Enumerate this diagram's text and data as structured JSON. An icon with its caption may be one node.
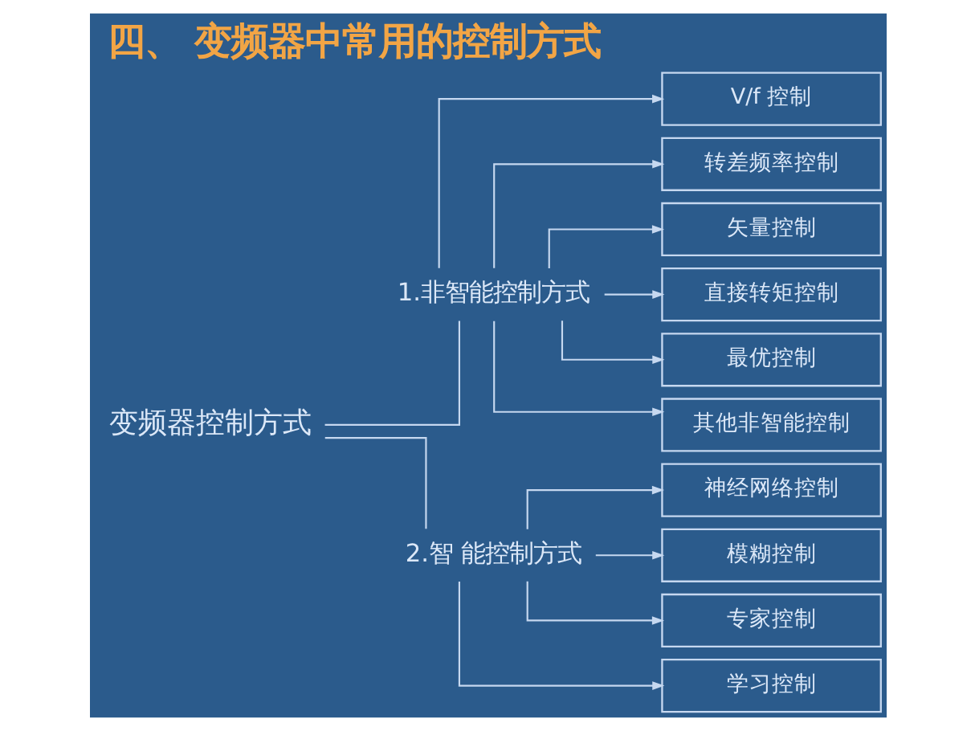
{
  "diagram": {
    "title": "四、 变频器中常用的控制方式",
    "nodes": [
      {
        "text": [
          "变频器控制方式"
        ]
      },
      {
        "text": [
          "1.非智能控制方式"
        ]
      },
      {
        "text": [
          "2.智 能控制方式"
        ]
      },
      {
        "text": [
          "V/f 控制"
        ]
      },
      {
        "text": [
          "转差频率控制"
        ]
      },
      {
        "text": [
          "矢量控制"
        ]
      },
      {
        "text": [
          "直接转矩控制"
        ]
      },
      {
        "text": [
          "最优控制"
        ]
      },
      {
        "text": [
          "其他非智能控制"
        ]
      },
      {
        "text": [
          "神经网络控制"
        ]
      },
      {
        "text": [
          "模糊控制"
        ]
      },
      {
        "text": [
          "专家控制"
        ]
      },
      {
        "text": [
          "学习控制"
        ]
      }
    ],
    "edges": [
      {
        "from": 0,
        "to": 1,
        "arrow": "none"
      },
      {
        "from": 0,
        "to": 2,
        "arrow": "none"
      },
      {
        "from": 1,
        "to": 3,
        "arrow": "to"
      },
      {
        "from": 1,
        "to": 4,
        "arrow": "to"
      },
      {
        "from": 1,
        "to": 5,
        "arrow": "to"
      },
      {
        "from": 1,
        "to": 6,
        "arrow": "to"
      },
      {
        "from": 1,
        "to": 7,
        "arrow": "to"
      },
      {
        "from": 1,
        "to": 8,
        "arrow": "to"
      },
      {
        "from": 2,
        "to": 9,
        "arrow": "to"
      },
      {
        "from": 2,
        "to": 10,
        "arrow": "to"
      },
      {
        "from": 2,
        "to": 11,
        "arrow": "to"
      },
      {
        "from": 2,
        "to": 12,
        "arrow": "to"
      }
    ]
  }
}
